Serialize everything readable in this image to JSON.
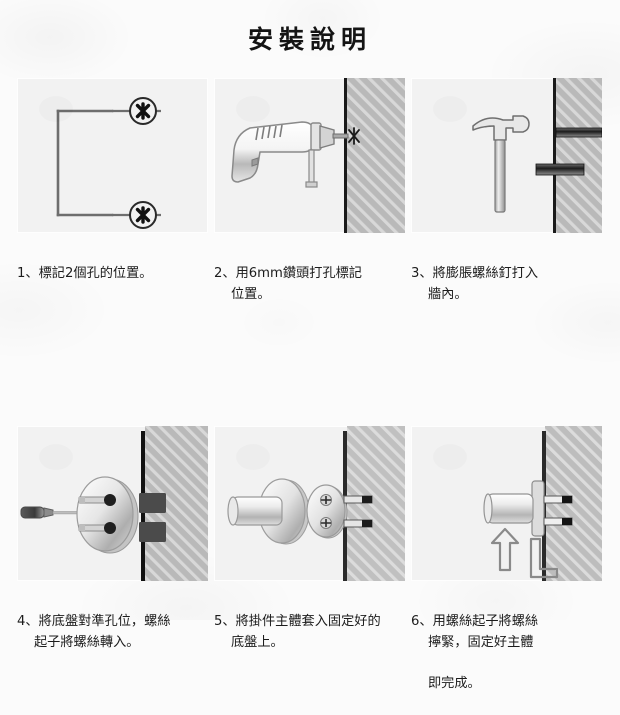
{
  "document": {
    "title": "安裝說明",
    "language": "zh-Hant",
    "background_color": "#fbfbfb",
    "panel_background_color": "#f2f2f2",
    "text_color": "#1c1c1c",
    "wall_color": "#b9b9b9",
    "metal_color": "#d9d9d9"
  },
  "steps": [
    {
      "number": "1",
      "caption_lines": [
        "1、標記2個孔的位置。"
      ],
      "illustration": "two-hole-marking-diagram",
      "elements": [
        "bracket-line",
        "screw-mark-top",
        "screw-mark-bottom"
      ]
    },
    {
      "number": "2",
      "caption_lines": [
        "2、用6mm鑽頭打孔標記",
        "位置。"
      ],
      "illustration": "electric-drill-into-wall",
      "elements": [
        "electric-drill",
        "drill-bit",
        "wall-hatched",
        "drill-mark"
      ]
    },
    {
      "number": "3",
      "caption_lines": [
        "3、將膨脹螺絲釘打入",
        "牆內。"
      ],
      "illustration": "hammer-driving-anchors",
      "elements": [
        "hammer",
        "anchor-top",
        "anchor-bottom",
        "wall-hatched"
      ]
    },
    {
      "number": "4",
      "caption_lines": [
        "4、將底盤對準孔位，螺絲",
        "起子將螺絲轉入。"
      ],
      "illustration": "base-plate-aligned-with-screwdriver",
      "elements": [
        "screwdriver",
        "base-plate",
        "screw-top",
        "screw-bottom",
        "wall-anchor-top",
        "wall-anchor-bottom",
        "wall-hatched"
      ]
    },
    {
      "number": "5",
      "caption_lines": [
        "5、將掛件主體套入固定好的",
        "底盤上。"
      ],
      "illustration": "hook-body-slides-onto-base-plate",
      "elements": [
        "hook-body",
        "hook-flange",
        "mounted-base-plate",
        "wall-hatched"
      ]
    },
    {
      "number": "6",
      "caption_lines": [
        "6、用螺絲起子將螺絲",
        "擰緊，固定好主體",
        "即完成。"
      ],
      "illustration": "tighten-set-screw-finished",
      "elements": [
        "mounted-hook",
        "up-arrow",
        "hex-key",
        "wall-hatched"
      ]
    }
  ]
}
